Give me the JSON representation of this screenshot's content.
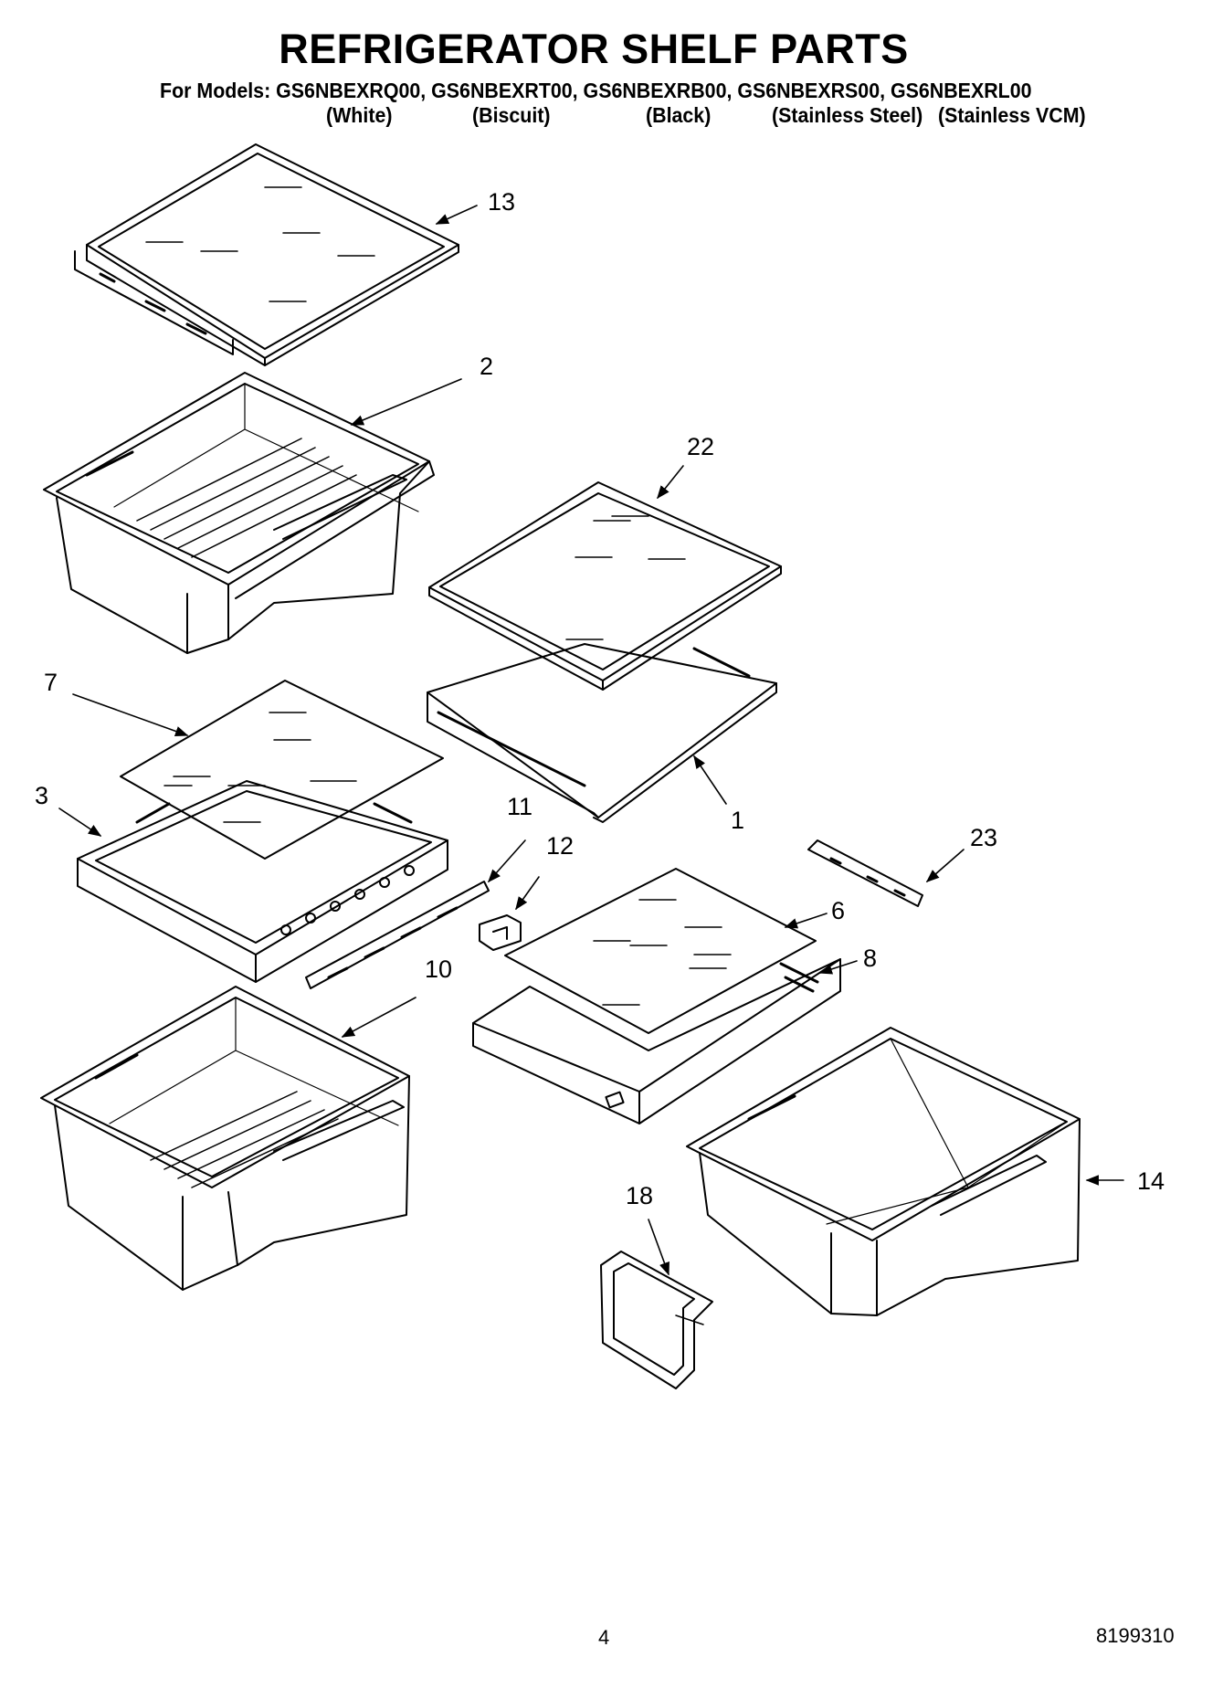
{
  "header": {
    "title": "REFRIGERATOR SHELF PARTS",
    "models_line": "For Models: GS6NBEXRQ00, GS6NBEXRT00, GS6NBEXRB00, GS6NBEXRS00, GS6NBEXRL00",
    "variants": [
      "(White)",
      "(Biscuit)",
      "(Black)",
      "(Stainless Steel)",
      "(Stainless VCM)"
    ]
  },
  "callouts": {
    "c1": "1",
    "c2": "2",
    "c3": "3",
    "c6": "6",
    "c7": "7",
    "c8": "8",
    "c10": "10",
    "c11": "11",
    "c12": "12",
    "c13": "13",
    "c14": "14",
    "c18": "18",
    "c22": "22",
    "c23": "23"
  },
  "footer": {
    "page_number": "4",
    "document_number": "8199310"
  }
}
